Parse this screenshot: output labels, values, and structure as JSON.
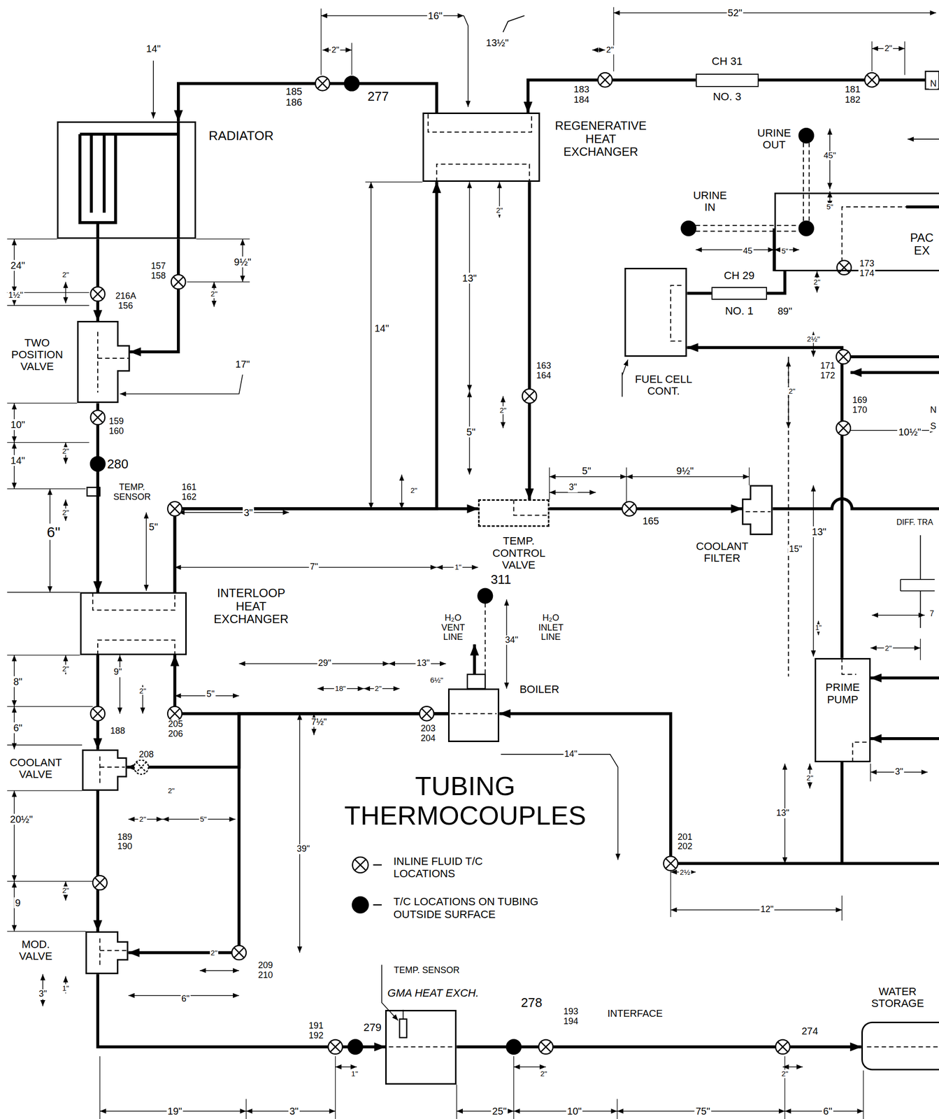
{
  "diagram": {
    "title": "TUBING THERMOCOUPLES",
    "nodes": [
      {
        "text": [
          "RADIATOR"
        ]
      },
      {
        "text": [
          "REGENERATIVE HEAT EXCHANGER"
        ]
      },
      {
        "text": [
          "CH 31",
          "NO. 3"
        ]
      },
      {
        "text": [
          "PAC EX"
        ]
      },
      {
        "text": [
          "FUEL CELL CONT."
        ]
      },
      {
        "text": [
          "CH 29",
          "NO. 1"
        ]
      },
      {
        "text": [
          "TWO POSITION VALVE"
        ]
      },
      {
        "text": [
          "TEMP. CONTROL VALVE"
        ]
      },
      {
        "text": [
          "COOLANT FILTER"
        ]
      },
      {
        "text": [
          "INTERLOOP HEAT EXCHANGER"
        ]
      },
      {
        "text": [
          "BOILER"
        ]
      },
      {
        "text": [
          "PRIME PUMP"
        ]
      },
      {
        "text": [
          "COOLANT VALVE"
        ]
      },
      {
        "text": [
          "MOD. VALVE"
        ]
      },
      {
        "text": [
          "GMA HEAT EXCH."
        ]
      },
      {
        "text": [
          "WATER STORAGE"
        ]
      }
    ],
    "edges": [
      {
        "from": 1,
        "to": 0,
        "arrow": "to"
      },
      {
        "from": 0,
        "to": 6,
        "arrow": "to"
      },
      {
        "from": 0,
        "to": 6,
        "arrow": "to"
      },
      {
        "from": 2,
        "to": 1,
        "arrow": "to"
      },
      {
        "from": 1,
        "to": 7,
        "arrow": "to"
      },
      {
        "from": 6,
        "to": 9,
        "arrow": "to"
      },
      {
        "from": 9,
        "to": 7,
        "arrow": "to"
      },
      {
        "from": 9,
        "to": 1,
        "arrow": "to"
      },
      {
        "from": 7,
        "to": 8,
        "arrow": "to"
      },
      {
        "from": 11,
        "to": 4,
        "arrow": "to"
      },
      {
        "from": 4,
        "to": 5,
        "arrow": "none"
      },
      {
        "from": 5,
        "to": 3,
        "arrow": "none"
      },
      {
        "from": 11,
        "to": 10,
        "arrow": "to"
      },
      {
        "from": 10,
        "to": 9,
        "arrow": "to"
      },
      {
        "from": 10,
        "to": 12,
        "arrow": "to"
      },
      {
        "from": 10,
        "to": 13,
        "arrow": "to"
      },
      {
        "from": 9,
        "to": 12,
        "arrow": "to"
      },
      {
        "from": 12,
        "to": 13,
        "arrow": "to"
      },
      {
        "from": 13,
        "to": 14,
        "arrow": "to"
      },
      {
        "from": 14,
        "to": 15,
        "arrow": "to"
      }
    ],
    "labels": [
      "14\"",
      "2\"",
      "16\"",
      "13½\"",
      "2\"",
      "52\"",
      "2\"",
      "185 186",
      "277",
      "183 184",
      "181 182",
      "N",
      "URINE OUT",
      "45\"",
      "URINE IN",
      "5\"",
      "24\"",
      "9½\"",
      "157 158",
      "2\"",
      "45",
      "5\"",
      "1½\"",
      "216A 156",
      "2\"",
      "173 174",
      "2\"",
      "13\"",
      "2\"",
      "89\"",
      "14\"",
      "2½\"",
      "17\"",
      "163 164",
      "171 172",
      "2\"",
      "N",
      "2\"",
      "169 170",
      "S",
      "10\"",
      "159 160",
      "5\"",
      "10½\"",
      "14\"",
      "2\"",
      "280",
      "5\"",
      "9½\"",
      "TEMP. SENSOR",
      "161 162",
      "3\"",
      "2\"",
      "165",
      "DIFF. TRA",
      "2\"",
      "6\"",
      "5\"",
      "3\"",
      "13\"",
      "7\"",
      "15\"",
      "1\"",
      "311",
      "H₂O VENT LINE",
      "H₂O INLET LINE",
      "7",
      "1\"",
      "34\"",
      "2\"",
      "29\"",
      "13\"",
      "2\"",
      "9\"",
      "8\"",
      "6½\"",
      "18\"",
      "2\"",
      "2\"",
      "5\"",
      "7½\"",
      "205 206",
      "203 204",
      "6\"",
      "188",
      "208",
      "14\"",
      "3\"",
      "2\"",
      "2\"",
      "13\"",
      "20½\"",
      "2\"",
      "5\"",
      "189 190",
      "39\"",
      "201 202",
      "2½",
      "2\"",
      "9",
      "12\"",
      "2\"",
      "209 210",
      "TEMP. SENSOR",
      "1\"",
      "3\"",
      "6\"",
      "278",
      "INTERFACE",
      "193 194",
      "191 192",
      "279",
      "274",
      "1\"",
      "2\"",
      "2\"",
      "19\"",
      "3\"",
      "25\"",
      "10\"",
      "75\"",
      "6\""
    ],
    "legend": [
      {
        "text": "INLINE FLUID T/C LOCATIONS"
      },
      {
        "text": "T/C LOCATIONS ON TUBING OUTSIDE SURFACE"
      }
    ]
  }
}
